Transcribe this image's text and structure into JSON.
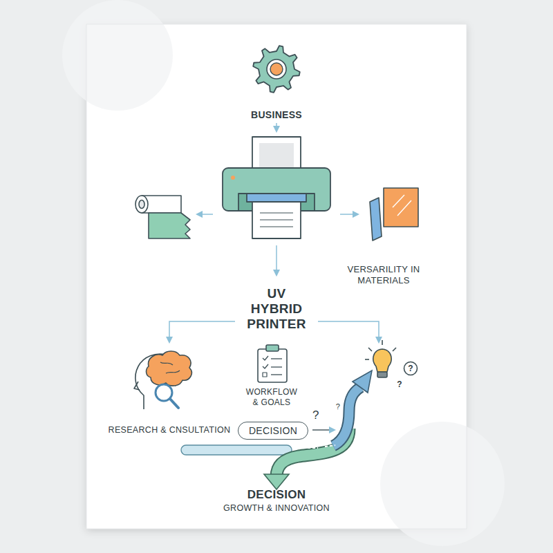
{
  "diagram": {
    "nodes": [
      {
        "text": [
          "DECISION"
        ]
      }
    ],
    "labels": [
      "BUSINESS",
      "VERSARILITY IN MATERIALS",
      "UV HYBRID PRINTER",
      "WORKFLOW & GOALS",
      "?",
      "?",
      "?",
      "?",
      "RESEARCH & CNSULTATION",
      "DECISION",
      "GROWTH & INNOVATION"
    ]
  }
}
